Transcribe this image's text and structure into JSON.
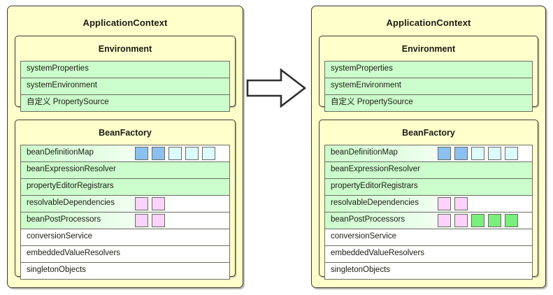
{
  "diagram": {
    "title_left": "ApplicationContext",
    "title_right": "ApplicationContext",
    "arrow_label": "transforms-into",
    "colors": {
      "panel_background": "#ffffcc",
      "panel_border": "#3a3a30",
      "row_green": "#ccfdcc",
      "row_white": "#ffffff",
      "chip_blue": "#8cc0f0",
      "chip_lightblue": "#ddfcfd",
      "chip_pink": "#fcd3fa",
      "chip_green": "#7bef7b"
    }
  },
  "left": {
    "title": "ApplicationContext",
    "environment": {
      "title": "Environment",
      "rows": [
        {
          "label": "systemProperties",
          "style": "green",
          "chips": []
        },
        {
          "label": "systemEnvironment",
          "style": "green",
          "chips": []
        },
        {
          "label": "自定义 PropertySource",
          "style": "green",
          "chips": []
        }
      ]
    },
    "beanfactory": {
      "title": "BeanFactory",
      "rows": [
        {
          "label": "beanDefinitionMap",
          "style": "grad",
          "chips": [
            "blue",
            "blue",
            "lightblue",
            "lightblue",
            "lightblue"
          ]
        },
        {
          "label": "beanExpressionResolver",
          "style": "green",
          "chips": []
        },
        {
          "label": "propertyEditorRegistrars",
          "style": "green",
          "chips": []
        },
        {
          "label": "resolvableDependencies",
          "style": "grad",
          "chips": [
            "pink",
            "pink"
          ]
        },
        {
          "label": "beanPostProcessors",
          "style": "grad",
          "chips": [
            "pink",
            "pink"
          ]
        },
        {
          "label": "conversionService",
          "style": "plain",
          "chips": []
        },
        {
          "label": "embeddedValueResolvers",
          "style": "plain",
          "chips": []
        },
        {
          "label": "singletonObjects",
          "style": "plain",
          "chips": []
        }
      ]
    }
  },
  "right": {
    "title": "ApplicationContext",
    "environment": {
      "title": "Environment",
      "rows": [
        {
          "label": "systemProperties",
          "style": "green",
          "chips": []
        },
        {
          "label": "systemEnvironment",
          "style": "green",
          "chips": []
        },
        {
          "label": "自定义 PropertySource",
          "style": "green",
          "chips": []
        }
      ]
    },
    "beanfactory": {
      "title": "BeanFactory",
      "rows": [
        {
          "label": "beanDefinitionMap",
          "style": "grad",
          "chips": [
            "blue",
            "blue",
            "lightblue",
            "lightblue",
            "lightblue"
          ]
        },
        {
          "label": "beanExpressionResolver",
          "style": "green",
          "chips": []
        },
        {
          "label": "propertyEditorRegistrars",
          "style": "green",
          "chips": []
        },
        {
          "label": "resolvableDependencies",
          "style": "grad",
          "chips": [
            "pink",
            "pink"
          ]
        },
        {
          "label": "beanPostProcessors",
          "style": "grad",
          "chips": [
            "pink",
            "pink",
            "green",
            "green",
            "green"
          ]
        },
        {
          "label": "conversionService",
          "style": "plain",
          "chips": []
        },
        {
          "label": "embeddedValueResolvers",
          "style": "plain",
          "chips": []
        },
        {
          "label": "singletonObjects",
          "style": "plain",
          "chips": []
        }
      ]
    }
  }
}
